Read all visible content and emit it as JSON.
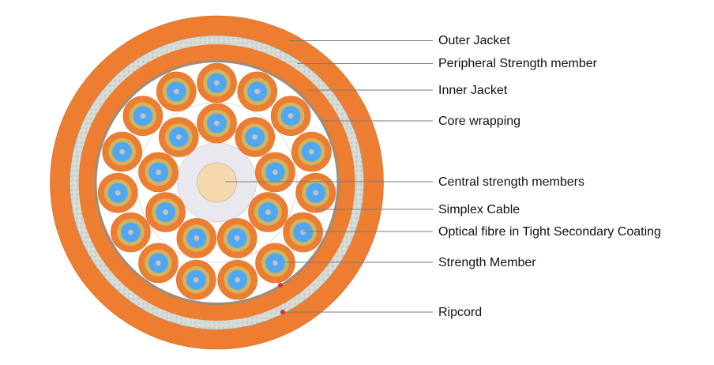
{
  "labels": {
    "outer_jacket": "Outer Jacket",
    "peripheral_strength": "Peripheral Strength member",
    "inner_jacket": "Inner Jacket",
    "core_wrapping": "Core wrapping",
    "central_strength": "Central strength members",
    "simplex_cable": "Simplex Cable",
    "optical_fibre": "Optical fibre in Tight Secondary Coating",
    "strength_member": "Strength Member",
    "ripcord": "Ripcord"
  },
  "structure": {
    "inner_ring_units": 9,
    "outer_ring_units": 15
  },
  "colors": {
    "jacket": "#ED7D31",
    "strength_band": "#D6DBD6",
    "wrapping": "#968F82",
    "coating": "#D6B25C",
    "fibre": "#4FA8F4",
    "core": "#BFC3CE",
    "central_outer": "#E9E8EE",
    "central_inner": "#F5D9AE",
    "ripcord": "#D9302A",
    "leader": "#7A7A7A"
  }
}
